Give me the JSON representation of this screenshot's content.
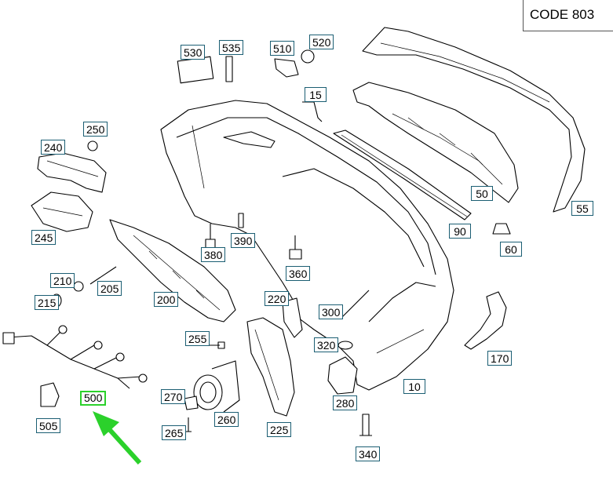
{
  "header": {
    "code_label": "CODE 803"
  },
  "colors": {
    "callout_border": "#1b5e73",
    "highlight": "#2bd12b",
    "arrow": "#2bd12b"
  },
  "callouts": [
    {
      "id": "530",
      "label": "530"
    },
    {
      "id": "535",
      "label": "535"
    },
    {
      "id": "510",
      "label": "510"
    },
    {
      "id": "520",
      "label": "520"
    },
    {
      "id": "15",
      "label": "15"
    },
    {
      "id": "250",
      "label": "250"
    },
    {
      "id": "240",
      "label": "240"
    },
    {
      "id": "245",
      "label": "245"
    },
    {
      "id": "50",
      "label": "50"
    },
    {
      "id": "55",
      "label": "55"
    },
    {
      "id": "90",
      "label": "90"
    },
    {
      "id": "60",
      "label": "60"
    },
    {
      "id": "390",
      "label": "390"
    },
    {
      "id": "380",
      "label": "380"
    },
    {
      "id": "360",
      "label": "360"
    },
    {
      "id": "210",
      "label": "210"
    },
    {
      "id": "205",
      "label": "205"
    },
    {
      "id": "215",
      "label": "215"
    },
    {
      "id": "200",
      "label": "200"
    },
    {
      "id": "220",
      "label": "220"
    },
    {
      "id": "300",
      "label": "300"
    },
    {
      "id": "255",
      "label": "255"
    },
    {
      "id": "320",
      "label": "320"
    },
    {
      "id": "170",
      "label": "170"
    },
    {
      "id": "10",
      "label": "10"
    },
    {
      "id": "500",
      "label": "500",
      "highlighted": true
    },
    {
      "id": "270",
      "label": "270"
    },
    {
      "id": "260",
      "label": "260"
    },
    {
      "id": "280",
      "label": "280"
    },
    {
      "id": "505",
      "label": "505"
    },
    {
      "id": "265",
      "label": "265"
    },
    {
      "id": "225",
      "label": "225"
    },
    {
      "id": "340",
      "label": "340"
    }
  ]
}
